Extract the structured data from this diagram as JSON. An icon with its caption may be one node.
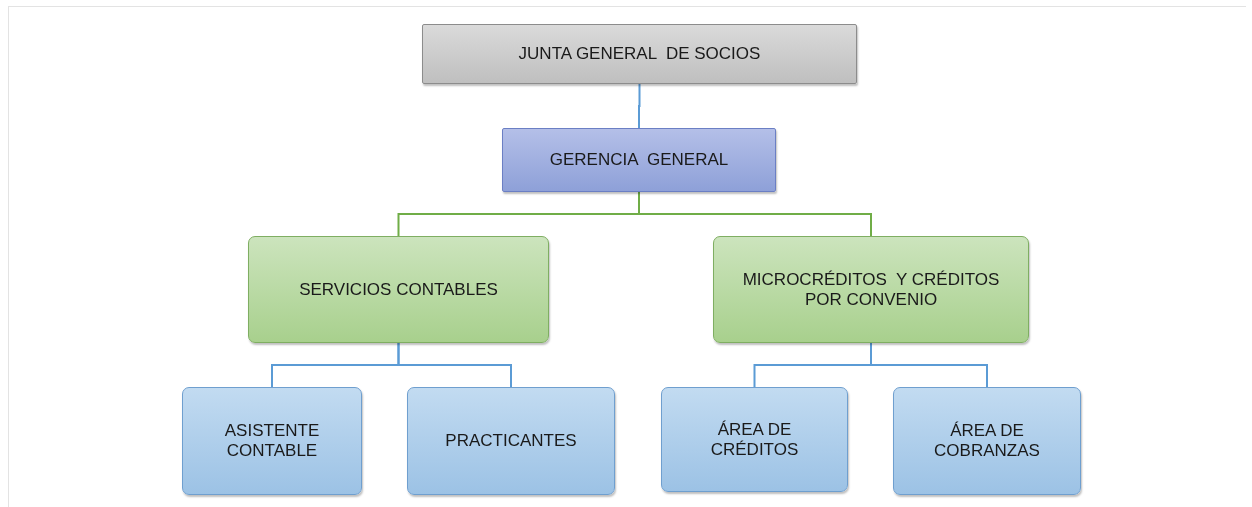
{
  "diagram": {
    "nodes": [
      {
        "text": [
          "JUNTA GENERAL  DE SOCIOS"
        ]
      },
      {
        "text": [
          "GERENCIA  GENERAL"
        ]
      },
      {
        "text": [
          "SERVICIOS CONTABLES"
        ]
      },
      {
        "text": [
          "MICROCRÉDITOS  Y CRÉDITOS POR CONVENIO"
        ]
      },
      {
        "text": [
          "ASISTENTE CONTABLE"
        ]
      },
      {
        "text": [
          "PRACTICANTES"
        ]
      },
      {
        "text": [
          "ÁREA DE CRÉDITOS"
        ]
      },
      {
        "text": [
          "ÁREA DE COBRANZAS"
        ]
      }
    ],
    "edges": [
      {
        "from": 0,
        "to": 1,
        "arrow": "none"
      },
      {
        "from": 1,
        "to": 2,
        "arrow": "none",
        "color": "#70ad47"
      },
      {
        "from": 1,
        "to": 3,
        "arrow": "none",
        "color": "#70ad47"
      },
      {
        "from": 2,
        "to": 4,
        "arrow": "none"
      },
      {
        "from": 2,
        "to": 5,
        "arrow": "none"
      },
      {
        "from": 3,
        "to": 6,
        "arrow": "none"
      },
      {
        "from": 3,
        "to": 7,
        "arrow": "none"
      }
    ]
  }
}
